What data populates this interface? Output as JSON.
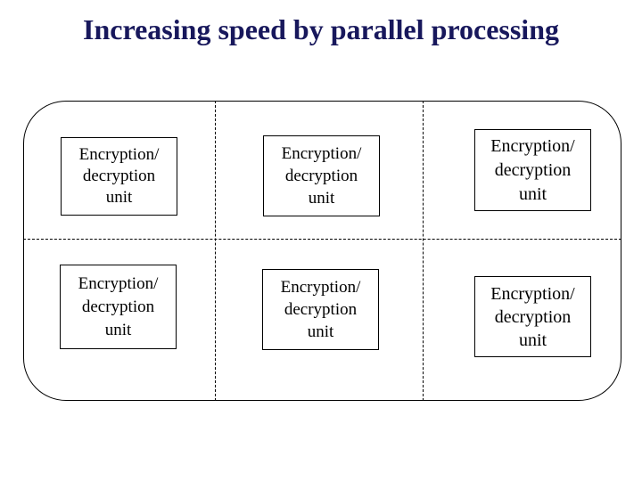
{
  "slide": {
    "title": "Increasing speed by parallel processing",
    "title_color": "#18185c",
    "background_color": "#ffffff",
    "line_color": "#000000"
  },
  "processor": {
    "label": "parallel-processor-body",
    "units": [
      {
        "id": "r1c1",
        "text": "Encryption/\ndecryption\nunit"
      },
      {
        "id": "r1c2",
        "text": "Encryption/\ndecryption\nunit"
      },
      {
        "id": "r1c3",
        "text": "Encryption/\ndecryption\nunit"
      },
      {
        "id": "r2c1",
        "text": "Encryption/\ndecryption\nunit"
      },
      {
        "id": "r2c2",
        "text": "Encryption/\ndecryption\nunit"
      },
      {
        "id": "r2c3",
        "text": "Encryption/\ndecryption\nunit"
      }
    ],
    "dividers": {
      "vertical_count": 2,
      "horizontal_count": 1,
      "style": "dashed"
    }
  }
}
